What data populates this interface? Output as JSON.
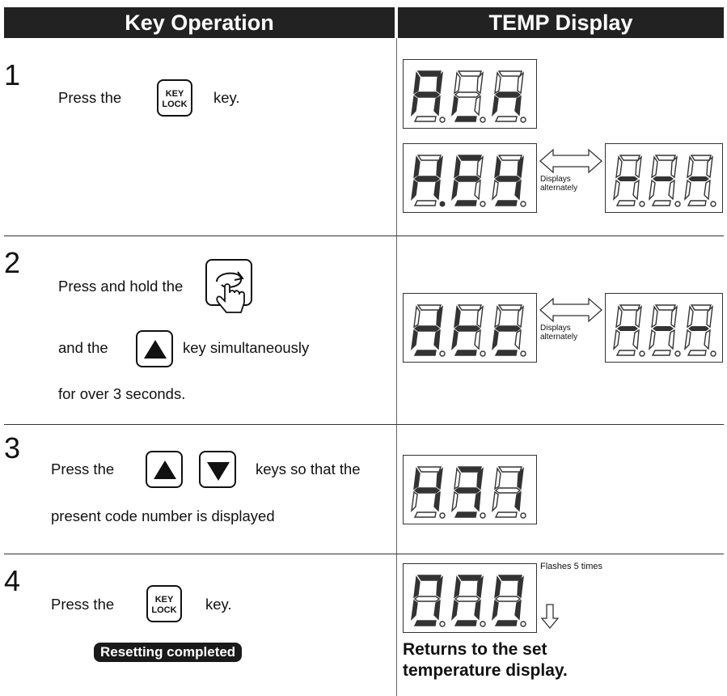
{
  "header": {
    "left": "Key Operation",
    "right": "TEMP Display"
  },
  "steps": [
    {
      "num": "1",
      "line1_pre": "Press the",
      "line1_post": "key."
    },
    {
      "num": "2",
      "line1": "Press and hold the",
      "line2_pre": "and the",
      "line2_post": "key simultaneously",
      "line3": "for over 3 seconds."
    },
    {
      "num": "3",
      "line1_pre": "Press the",
      "line1_post": "keys so that the",
      "line2": "present code number is displayed"
    },
    {
      "num": "4",
      "line1_pre": "Press the",
      "line1_post": "key.",
      "badge": "Resetting completed"
    }
  ],
  "keys": {
    "keylock_top": "KEY",
    "keylock_bottom": "LOCK"
  },
  "display": {
    "alternate_label_1": "Displays",
    "alternate_label_2": "alternately",
    "flash_label": "Flashes 5 times",
    "return_line1": "Returns to the set",
    "return_line2": "temperature display."
  },
  "icons": [
    "key-lock-icon",
    "cycle-key-icon",
    "up-arrow-key-icon",
    "down-arrow-key-icon",
    "double-arrow-icon",
    "down-outline-arrow-icon"
  ]
}
